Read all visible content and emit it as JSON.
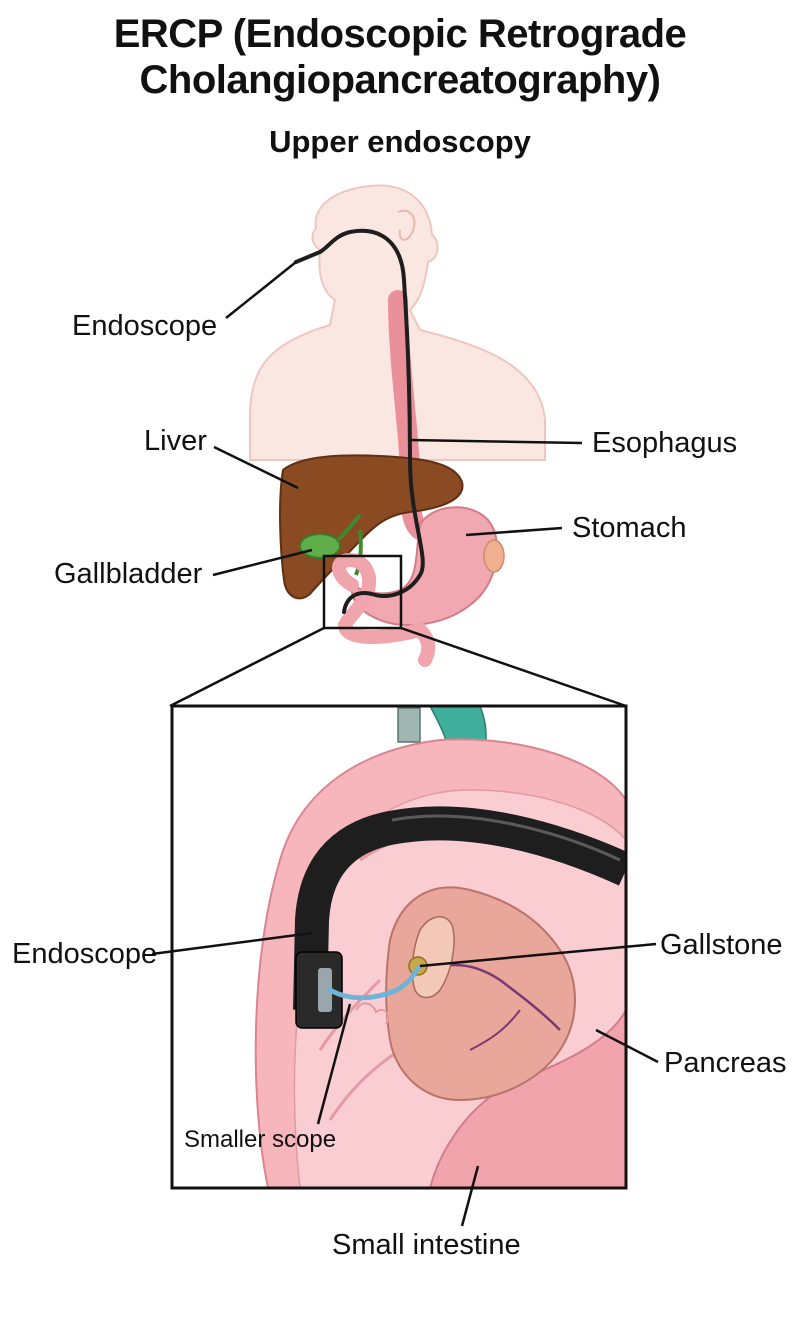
{
  "title_line1": "ERCP (Endoscopic Retrograde",
  "title_line2": "Cholangiopancreatography)",
  "subtitle": "Upper endoscopy",
  "labels": {
    "endoscope_top": "Endoscope",
    "liver": "Liver",
    "esophagus": "Esophagus",
    "stomach": "Stomach",
    "gallbladder": "Gallbladder",
    "endoscope_inset": "Endoscope",
    "gallstone": "Gallstone",
    "pancreas": "Pancreas",
    "smaller_scope": "Smaller scope",
    "small_intestine": "Small intestine"
  },
  "colors": {
    "skin": "#f8e0da",
    "skin_outline": "#e8b8ae",
    "esophagus": "#e9909a",
    "liver": "#8a4a22",
    "gallbladder": "#5fae4a",
    "stomach": "#f2a8b0",
    "intestine_wall": "#f0a4ac",
    "pancreas": "#e9a69a",
    "endoscope": "#1e1e1e",
    "bile_duct_teal": "#3fae9a",
    "smaller_scope": "#6fb4d8",
    "gallstone": "#c9a84a"
  }
}
